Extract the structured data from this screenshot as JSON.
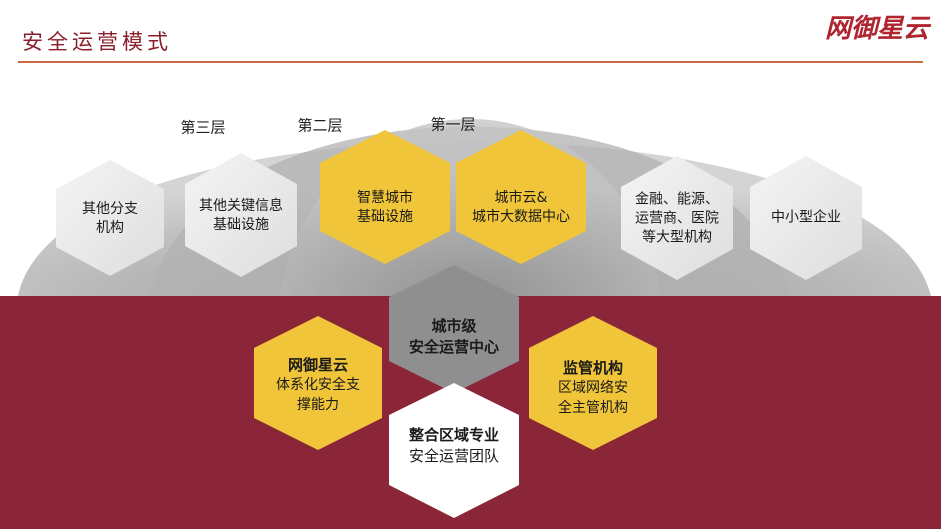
{
  "header": {
    "title": "安全运营模式",
    "logo": "网御星云"
  },
  "layers": {
    "third": "第三层",
    "second": "第二层",
    "first": "第一层"
  },
  "hexes": {
    "other_branch": [
      "其他分支",
      "机构"
    ],
    "critical_infra": [
      "其他关键信息",
      "基础设施"
    ],
    "smart_city": [
      "智慧城市",
      "基础设施"
    ],
    "city_cloud": [
      "城市云&",
      "城市大数据中心"
    ],
    "large_orgs": [
      "金融、能源、",
      "运营商、医院",
      "等大型机构"
    ],
    "sme": [
      "中小型企业"
    ],
    "city_soc": [
      "城市级",
      "安全运营中心"
    ],
    "wangyu": [
      "网御星云",
      "体系化安全支",
      "撑能力"
    ],
    "regulator": [
      "监管机构",
      "区域网络安",
      "全主管机构"
    ],
    "team": [
      "整合区域专业",
      "安全运营团队"
    ]
  },
  "colors": {
    "maroon": "#8b2638",
    "yellow": "#f0c53a",
    "light_hex": "#e8e8e8",
    "gray_hex": "#8f8f8f",
    "white_hex": "#ffffff",
    "title": "#8a1f2b"
  }
}
